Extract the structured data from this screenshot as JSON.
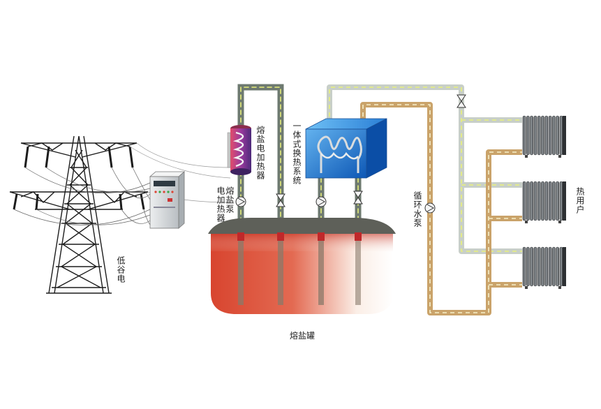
{
  "labels": {
    "valley_power": "低谷电",
    "salt_heater": "熔盐电加热器",
    "salt_pump": "熔盐泵",
    "electric_heater": "电加热器",
    "heat_exchanger": "一体式换热系统",
    "circulation_pump": "循环水泵",
    "heat_user": "热用户",
    "salt_tank": "熔盐罐"
  },
  "colors": {
    "tank_red": "#d63a2a",
    "tank_dome": "#5e6059",
    "salt_pipe": "#6e7a70",
    "hot_water_pipe": "#caa36a",
    "cold_water_pipe": "#c8cfc8",
    "flow_dash": "#e8f07a",
    "exchanger_blue": "#1f6fd0",
    "heater_purple": "#7a2f8a",
    "tower": "#222222",
    "cabinet": "#dcdfe0"
  },
  "icons": {
    "tower": "power-tower-icon",
    "cabinet": "control-cabinet-icon",
    "pump": "pump-icon",
    "valve": "valve-icon",
    "radiator": "radiator-icon"
  }
}
